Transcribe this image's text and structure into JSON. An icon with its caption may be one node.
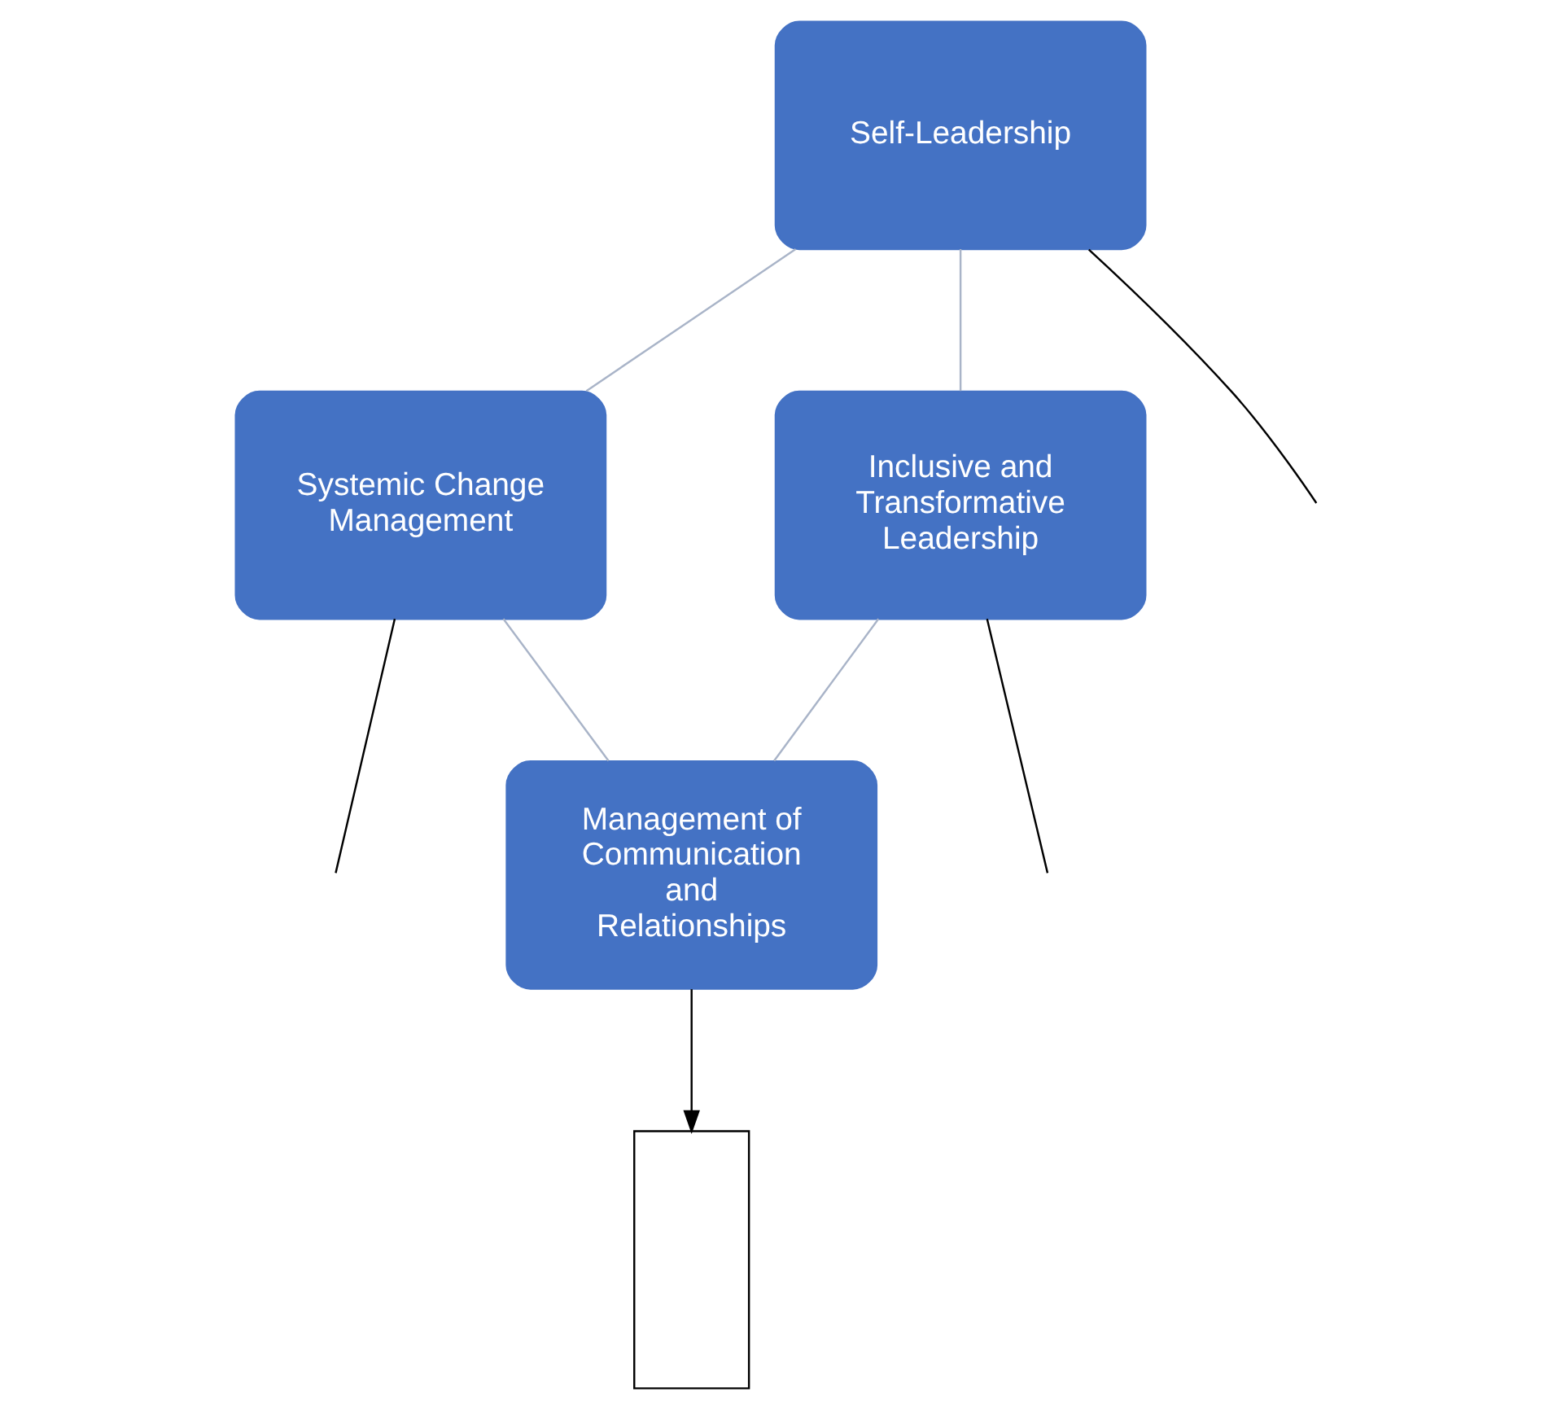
{
  "diagram": {
    "nodes": [
      {
        "text": [
          "Self-Leadership"
        ]
      },
      {
        "text": [
          "Systemic Change Management"
        ]
      },
      {
        "text": [
          "Management of Communication and Relationships"
        ]
      },
      {
        "text": [
          "Inclusive and Transformative Leadership"
        ]
      },
      {
        "text": [],
        "shape": "box"
      }
    ],
    "edges": [
      {
        "from": 0,
        "to": 1,
        "arrow": "none",
        "color": "#a9b4c8"
      },
      {
        "from": 1,
        "to": 2,
        "arrow": "none",
        "color": "#a9b4c8"
      },
      {
        "from": 2,
        "to": 3,
        "arrow": "none",
        "color": "#a9b4c8"
      },
      {
        "from": 3,
        "to": 0,
        "arrow": "none",
        "color": "#a9b4c8"
      },
      {
        "from": 0,
        "to": null,
        "arrow": "none",
        "color": "#000000"
      },
      {
        "from": 3,
        "to": null,
        "arrow": "none",
        "color": "#000000"
      },
      {
        "from": 1,
        "to": null,
        "arrow": "none",
        "color": "#000000"
      },
      {
        "from": 2,
        "to": 4,
        "arrow": "to",
        "color": "#000000"
      }
    ]
  }
}
